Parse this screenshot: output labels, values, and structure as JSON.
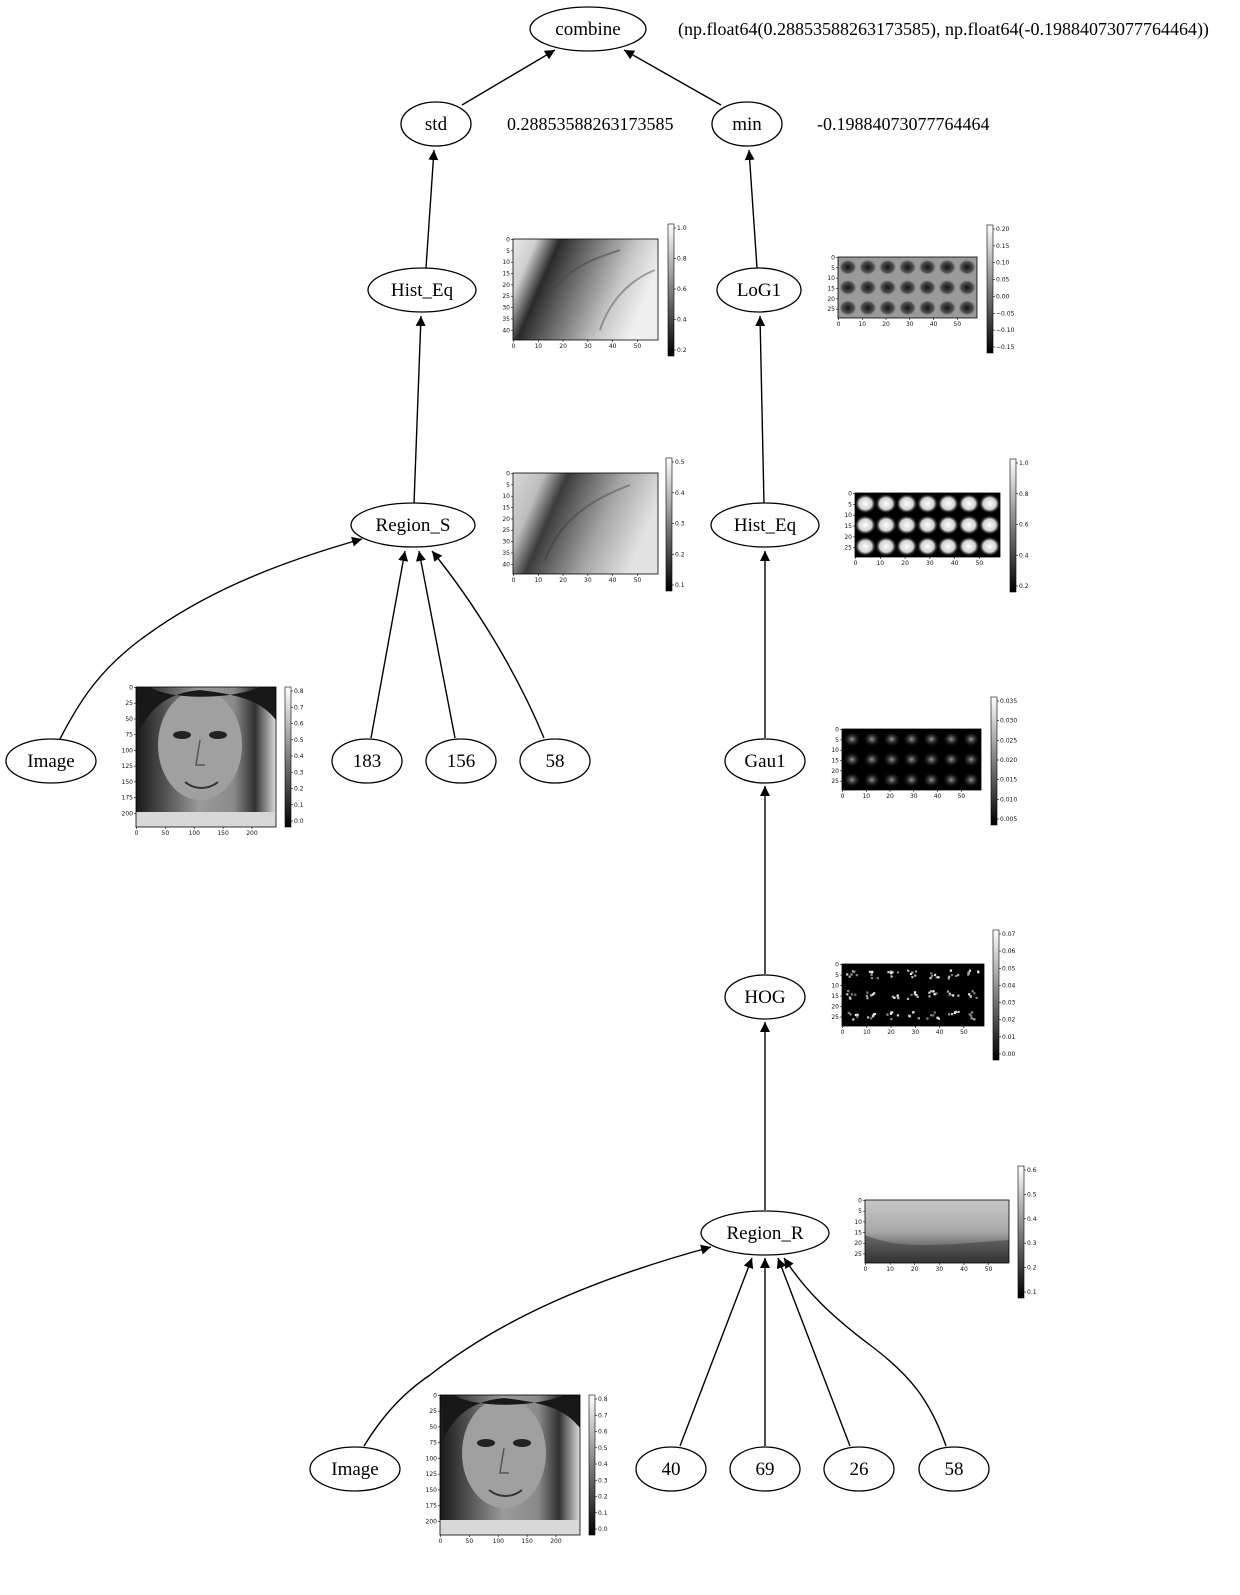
{
  "nodes": {
    "combine": "combine",
    "std": "std",
    "min": "min",
    "hist_eq_left": "Hist_Eq",
    "log1": "LoG1",
    "region_s": "Region_S",
    "hist_eq_right": "Hist_Eq",
    "image_top": "Image",
    "n183": "183",
    "n156": "156",
    "n58_top": "58",
    "gau1": "Gau1",
    "hog": "HOG",
    "region_r": "Region_R",
    "image_bottom": "Image",
    "n40": "40",
    "n69": "69",
    "n26": "26",
    "n58_bottom": "58"
  },
  "values": {
    "combine": "(np.float64(0.28853588263173585), np.float64(-0.19884073077764464))",
    "std": "0.28853588263173585",
    "min": "-0.19884073077764464"
  },
  "thumbnails": {
    "hist_eq_left": {
      "xticks": [
        "0",
        "10",
        "20",
        "30",
        "40",
        "50"
      ],
      "yticks": [
        "0",
        "5",
        "10",
        "15",
        "20",
        "25",
        "30",
        "35",
        "40"
      ],
      "cbar": [
        "1.0",
        "0.8",
        "0.6",
        "0.4",
        "0.2"
      ]
    },
    "region_s": {
      "xticks": [
        "0",
        "10",
        "20",
        "30",
        "40",
        "50"
      ],
      "yticks": [
        "0",
        "5",
        "10",
        "15",
        "20",
        "25",
        "30",
        "35",
        "40"
      ],
      "cbar": [
        "0.5",
        "0.4",
        "0.3",
        "0.2",
        "0.1"
      ]
    },
    "log1": {
      "xticks": [
        "0",
        "10",
        "20",
        "30",
        "40",
        "50"
      ],
      "yticks": [
        "0",
        "5",
        "10",
        "15",
        "20",
        "25"
      ],
      "cbar": [
        "0.20",
        "0.15",
        "0.10",
        "0.05",
        "0.00",
        "−0.05",
        "−0.10",
        "−0.15"
      ]
    },
    "hist_eq_right": {
      "xticks": [
        "0",
        "10",
        "20",
        "30",
        "40",
        "50"
      ],
      "yticks": [
        "0",
        "5",
        "10",
        "15",
        "20",
        "25"
      ],
      "cbar": [
        "1.0",
        "0.8",
        "0.6",
        "0.4",
        "0.2"
      ]
    },
    "gau1": {
      "xticks": [
        "0",
        "10",
        "20",
        "30",
        "40",
        "50"
      ],
      "yticks": [
        "0",
        "5",
        "10",
        "15",
        "20",
        "25"
      ],
      "cbar": [
        "0.035",
        "0.030",
        "0.025",
        "0.020",
        "0.015",
        "0.010",
        "0.005"
      ]
    },
    "hog": {
      "xticks": [
        "0",
        "10",
        "20",
        "30",
        "40",
        "50"
      ],
      "yticks": [
        "0",
        "5",
        "10",
        "15",
        "20",
        "25"
      ],
      "cbar": [
        "0.07",
        "0.06",
        "0.05",
        "0.04",
        "0.03",
        "0.02",
        "0.01",
        "0.00"
      ]
    },
    "region_r": {
      "xticks": [
        "0",
        "10",
        "20",
        "30",
        "40",
        "50"
      ],
      "yticks": [
        "0",
        "5",
        "10",
        "15",
        "20",
        "25"
      ],
      "cbar": [
        "0.6",
        "0.5",
        "0.4",
        "0.3",
        "0.2",
        "0.1"
      ]
    },
    "image_top": {
      "xticks": [
        "0",
        "50",
        "100",
        "150",
        "200"
      ],
      "yticks": [
        "0",
        "25",
        "50",
        "75",
        "100",
        "125",
        "150",
        "175",
        "200"
      ],
      "cbar": [
        "0.8",
        "0.7",
        "0.6",
        "0.5",
        "0.4",
        "0.3",
        "0.2",
        "0.1",
        "0.0"
      ]
    },
    "image_bottom": {
      "xticks": [
        "0",
        "50",
        "100",
        "150",
        "200"
      ],
      "yticks": [
        "0",
        "25",
        "50",
        "75",
        "100",
        "125",
        "150",
        "175",
        "200"
      ],
      "cbar": [
        "0.8",
        "0.7",
        "0.6",
        "0.5",
        "0.4",
        "0.3",
        "0.2",
        "0.1",
        "0.0"
      ]
    }
  }
}
